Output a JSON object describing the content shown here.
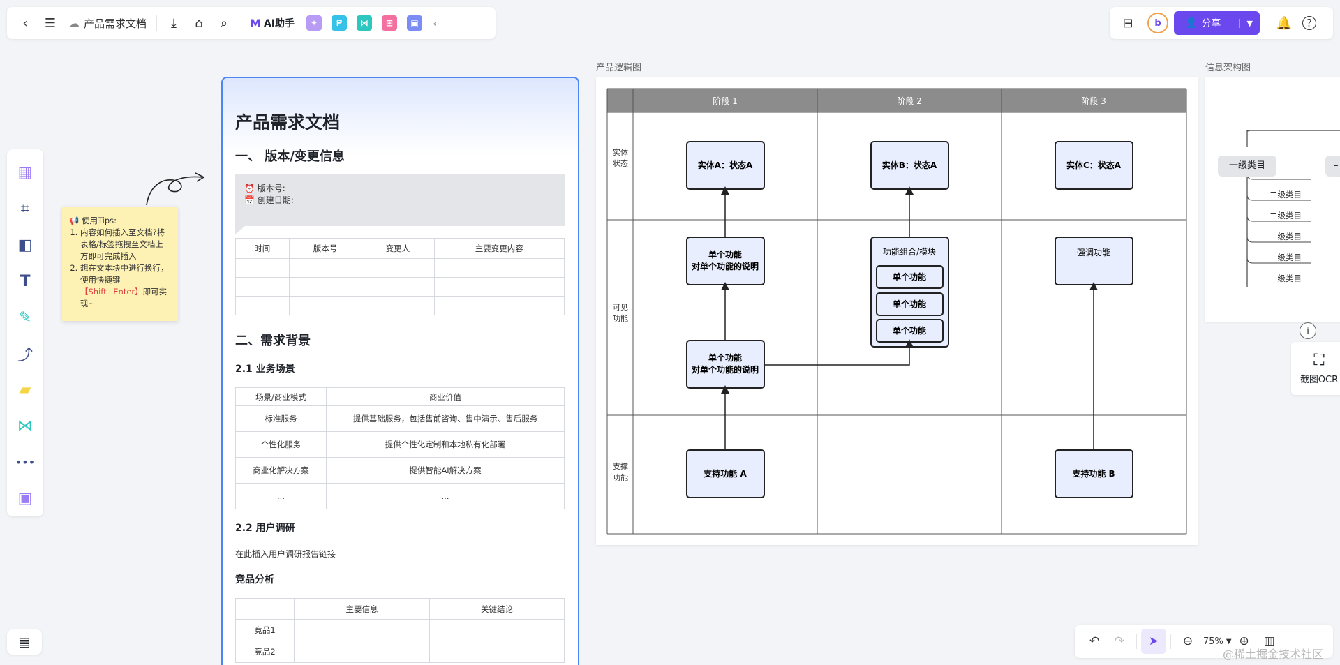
{
  "topbar": {
    "doc_title": "产品需求文档",
    "ai_assistant": "AI助手",
    "plugins": [
      {
        "name": "image-plugin",
        "color": "#b89bf5",
        "glyph": "✦"
      },
      {
        "name": "p-plugin",
        "color": "#35c1e8",
        "glyph": "P"
      },
      {
        "name": "mindmap-plugin",
        "color": "#2ec7c0",
        "glyph": "⋈"
      },
      {
        "name": "flow-plugin",
        "color": "#f26fa0",
        "glyph": "⊞"
      },
      {
        "name": "chat-plugin",
        "color": "#7b8cf5",
        "glyph": "▣"
      }
    ]
  },
  "topright": {
    "share_label": "分享"
  },
  "sticky": {
    "title": "使用Tips:",
    "item1": "内容如何插入至文档?将表格/标签拖拽至文档上方即可完成插入",
    "item2a": "想在文本块中进行换行，使用快捷键",
    "item2b": "【Shift+Enter】",
    "item2c": "即可实现~"
  },
  "doc": {
    "title": "产品需求文档",
    "h_version": "一、 版本/变更信息",
    "version_label": "版本号:",
    "date_label": "创建日期:",
    "change_headers": [
      "时间",
      "版本号",
      "变更人",
      "主要变更内容"
    ],
    "h_background": "二、需求背景",
    "h_scene": "2.1 业务场景",
    "scene_headers": [
      "场景/商业模式",
      "商业价值"
    ],
    "scene_rows": [
      [
        "标准服务",
        "提供基础服务，包括售前咨询、售中演示、售后服务"
      ],
      [
        "个性化服务",
        "提供个性化定制和本地私有化部署"
      ],
      [
        "商业化解决方案",
        "提供智能AI解决方案"
      ],
      [
        "...",
        "..."
      ]
    ],
    "h_research": "2.2 用户调研",
    "research_text": "在此插入用户调研报告链接",
    "h_competitor": "竞品分析",
    "comp_headers": [
      "",
      "主要信息",
      "关键结论"
    ],
    "comp_rows": [
      "竞品1",
      "竞品2"
    ]
  },
  "logic": {
    "caption": "产品逻辑图",
    "stages": [
      "阶段 1",
      "阶段 2",
      "阶段 3"
    ],
    "lanes": [
      "实体状态",
      "可见功能",
      "支撑功能"
    ],
    "entityA": "实体A：状态A",
    "entityB": "实体B：状态A",
    "entityC": "实体C：状态A",
    "single_func": "单个功能",
    "single_func_desc": "对单个功能的说明",
    "combo": "功能组合/模块",
    "highlight": "强调功能",
    "supportA": "支持功能 A",
    "supportB": "支持功能 B"
  },
  "info_arch": {
    "caption": "信息架构图",
    "level1": "一级类目",
    "level2": [
      "二级类目",
      "二级类目",
      "二级类目",
      "二级类目",
      "二级类目"
    ]
  },
  "ocr": {
    "label": "截图OCR"
  },
  "bottombar": {
    "zoom": "75%"
  },
  "watermark": "@稀土掘金技术社区"
}
